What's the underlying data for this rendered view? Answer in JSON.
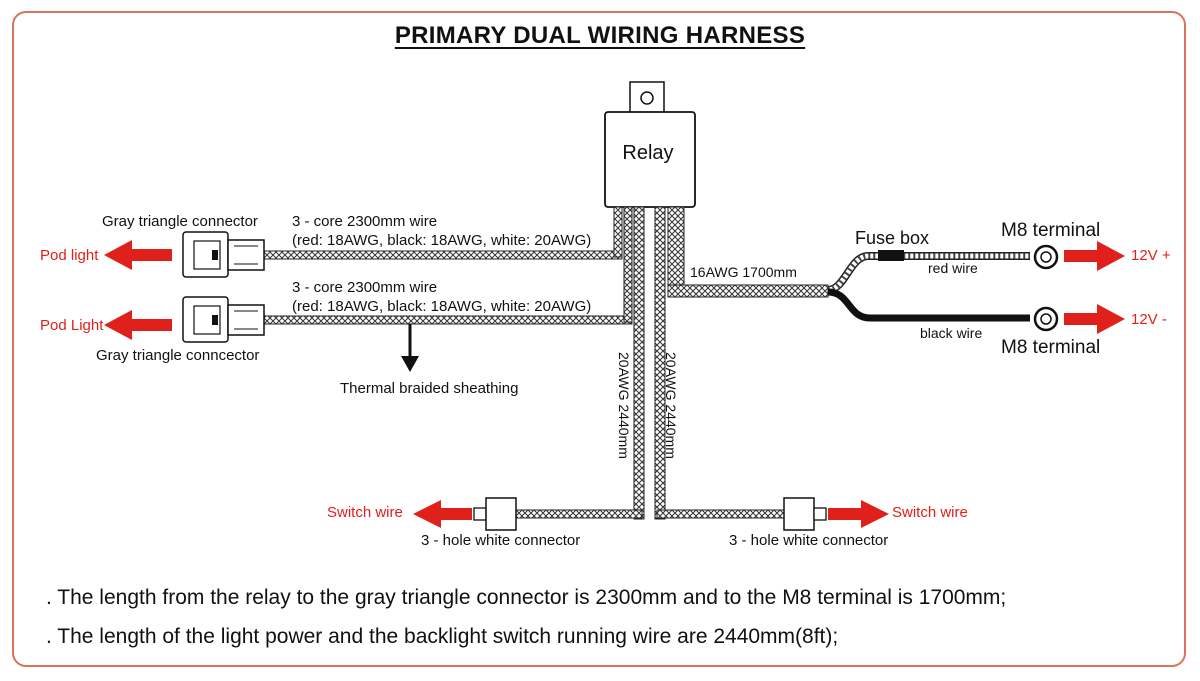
{
  "title": "PRIMARY DUAL WIRING HARNESS",
  "relay": {
    "label": "Relay"
  },
  "top_connector": {
    "name": "Gray triangle connector",
    "wire_line1": "3 - core 2300mm wire",
    "wire_line2": "(red: 18AWG, black: 18AWG, white: 20AWG)",
    "output": "Pod light"
  },
  "bottom_connector": {
    "name": "Gray triangle conncector",
    "wire_line1": "3 - core 2300mm wire",
    "wire_line2": "(red: 18AWG, black: 18AWG, white: 20AWG)",
    "output": "Pod Light"
  },
  "sheathing": "Thermal braided sheathing",
  "power": {
    "wire": "16AWG  1700mm",
    "fuse": "Fuse box",
    "red_wire": "red wire",
    "black_wire": "black wire",
    "terminal_top": "M8 terminal",
    "terminal_bottom": "M8 terminal",
    "positive": "12V +",
    "negative": "12V -"
  },
  "switch_wires": {
    "left_vertical": "20AWG 2440mm",
    "right_vertical": "20AWG 2440mm",
    "left_label": "Switch wire",
    "right_label": "Switch wire",
    "left_connector": "3 - hole white connector",
    "right_connector": "3 - hole white connector"
  },
  "notes": [
    ". The length from the relay to the gray triangle connector is 2300mm and to the M8 terminal is 1700mm;",
    ". The length of the light power and the backlight switch running wire are 2440mm(8ft);"
  ],
  "colors": {
    "frame": "#d9735a",
    "arrow": "#e0201b",
    "label_red": "#e0201b"
  }
}
